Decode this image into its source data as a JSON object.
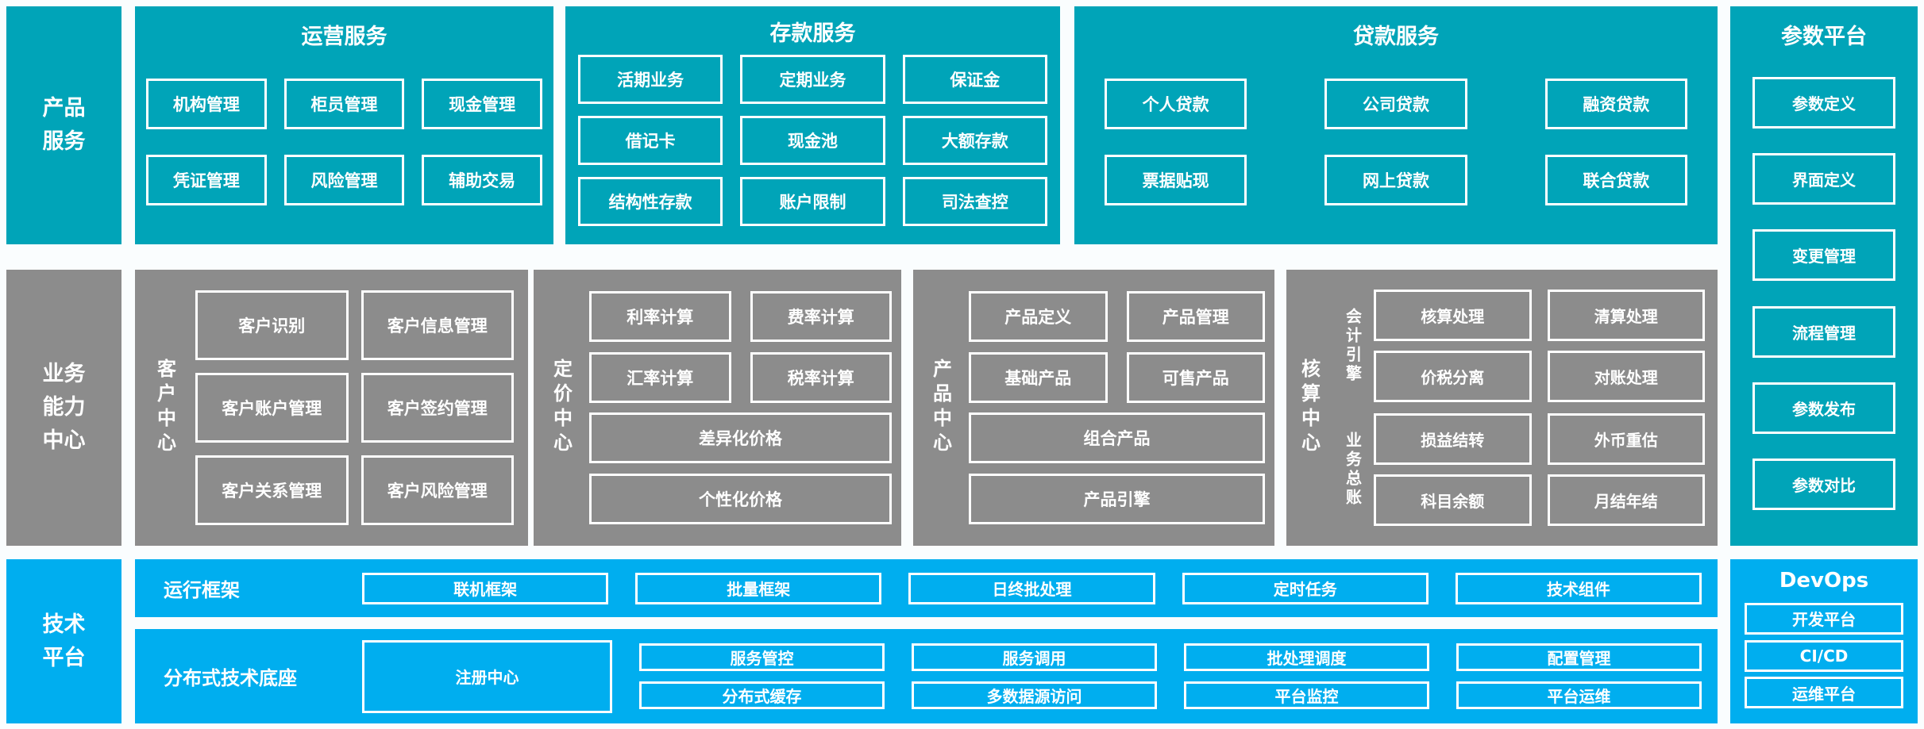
{
  "colors": {
    "teal": "#00a4b8",
    "gray": "#8c8c8c",
    "blue": "#00aeef",
    "background": "#fafdfe",
    "text": "#ffffff"
  },
  "sidebar": {
    "product_services": "产品\n服务",
    "business_capability": "业务\n能力\n中心",
    "tech_platform": "技术\n平台"
  },
  "panels": {
    "operations": {
      "title": "运营服务",
      "boxes": [
        "机构管理",
        "柜员管理",
        "现金管理",
        "凭证管理",
        "风险管理",
        "辅助交易"
      ]
    },
    "deposit": {
      "title": "存款服务",
      "boxes": [
        "活期业务",
        "定期业务",
        "保证金",
        "借记卡",
        "现金池",
        "大额存款",
        "结构性存款",
        "账户限制",
        "司法查控"
      ]
    },
    "loan": {
      "title": "贷款服务",
      "boxes": [
        "个人贷款",
        "公司贷款",
        "融资贷款",
        "票据贴现",
        "网上贷款",
        "联合贷款"
      ]
    },
    "parameter": {
      "title": "参数平台",
      "boxes": [
        "参数定义",
        "界面定义",
        "变更管理",
        "流程管理",
        "参数发布",
        "参数对比"
      ]
    },
    "customer": {
      "label": "客户中心",
      "boxes": [
        "客户识别",
        "客户信息管理",
        "客户账户管理",
        "客户签约管理",
        "客户关系管理",
        "客户风险管理"
      ]
    },
    "pricing": {
      "label": "定价中心",
      "grid": [
        "利率计算",
        "费率计算",
        "汇率计算",
        "税率计算"
      ],
      "wide": [
        "差异化价格",
        "个性化价格"
      ]
    },
    "product": {
      "label": "产品中心",
      "grid": [
        "产品定义",
        "产品管理",
        "基础产品",
        "可售产品"
      ],
      "wide": [
        "组合产品",
        "产品引擎"
      ]
    },
    "accounting": {
      "label": "核算中心",
      "groups": [
        {
          "label": "会计引擎",
          "boxes": [
            "核算处理",
            "清算处理",
            "价税分离",
            "对账处理"
          ]
        },
        {
          "label": "业务总账",
          "boxes": [
            "损益结转",
            "外币重估",
            "科目余额",
            "月结年结"
          ]
        }
      ]
    },
    "runtime": {
      "label": "运行框架",
      "boxes": [
        "联机框架",
        "批量框架",
        "日终批处理",
        "定时任务",
        "技术组件"
      ]
    },
    "distributed": {
      "label": "分布式技术底座",
      "registry": "注册中心",
      "columns": [
        [
          "服务管控",
          "分布式缓存"
        ],
        [
          "服务调用",
          "多数据源访问"
        ],
        [
          "批处理调度",
          "平台监控"
        ],
        [
          "配置管理",
          "平台运维"
        ]
      ]
    },
    "devops": {
      "title": "DevOps",
      "boxes": [
        "开发平台",
        "CI/CD",
        "运维平台"
      ]
    }
  }
}
